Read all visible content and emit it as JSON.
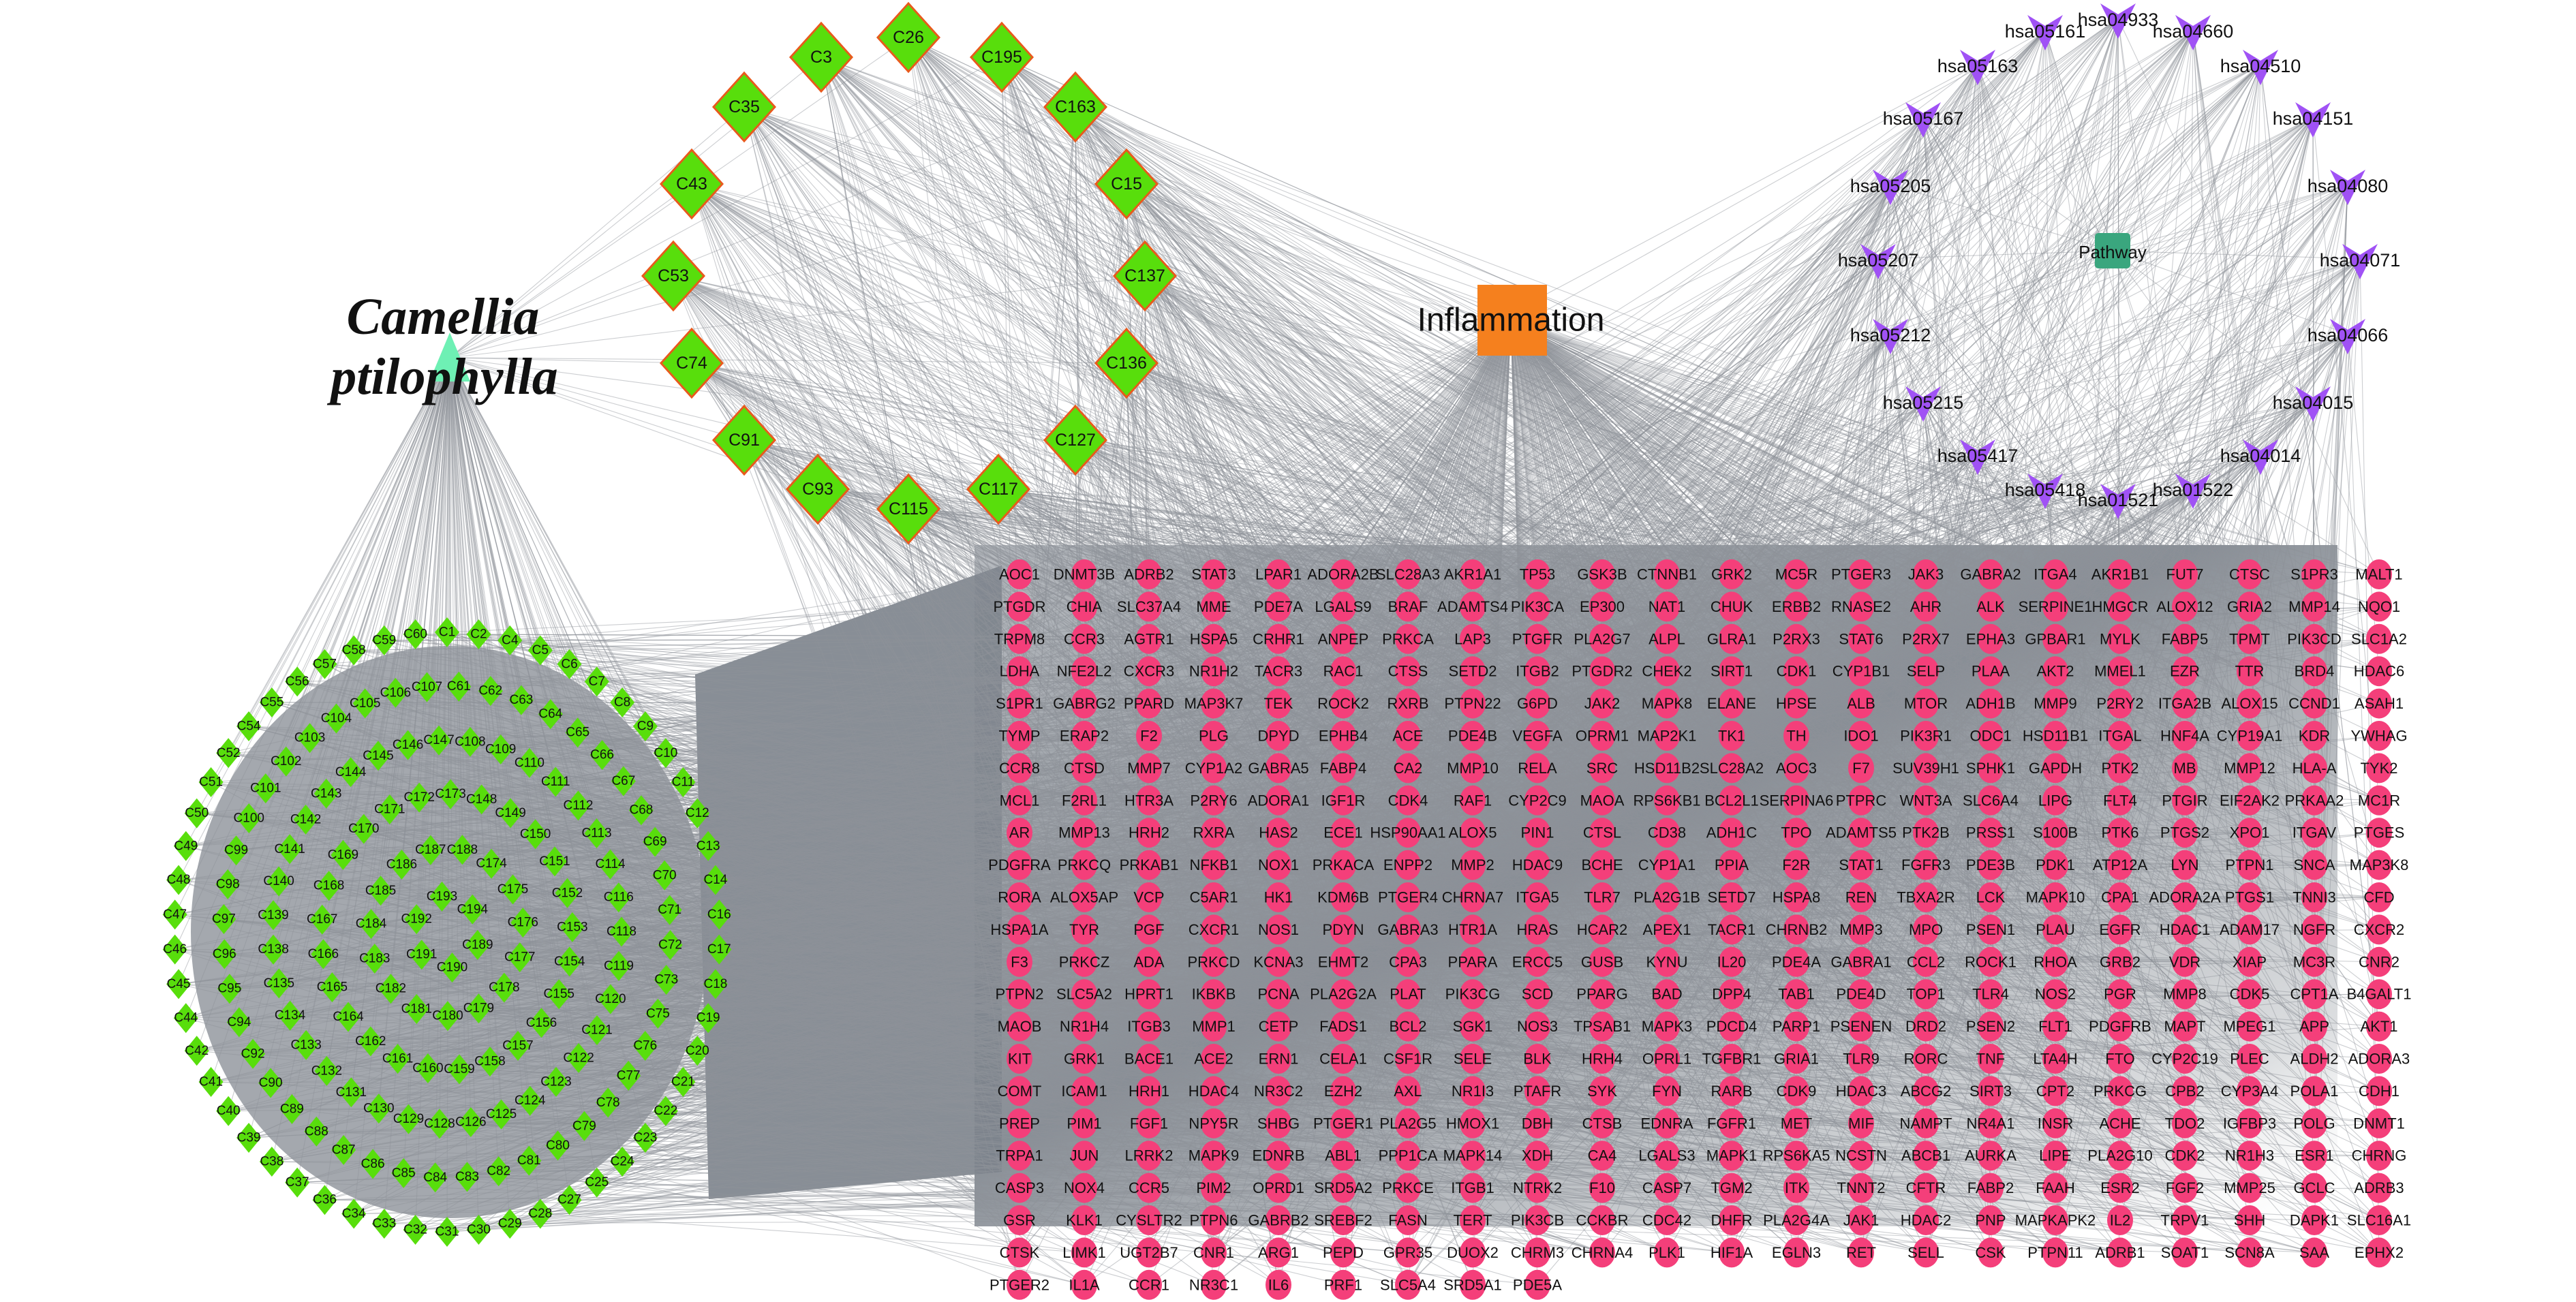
{
  "herb": {
    "line1": "Camellia",
    "line2": "ptilophylla"
  },
  "disease": {
    "label": "Inflammation"
  },
  "pathway_hub": {
    "label": "Pathway"
  },
  "colors": {
    "herb": "#6ef0b4",
    "disease": "#f5801e",
    "pathway_hub": "#3aa67e",
    "pathway": "#a052f5",
    "compound": "#58de0c",
    "compound_border": "#e85a1c",
    "gene": "#f43f7a",
    "edge": "#8d9399"
  },
  "top_compounds": [
    "C26",
    "C3",
    "C195",
    "C35",
    "C163",
    "C43",
    "C15",
    "C53",
    "C137",
    "C74",
    "C136",
    "C91",
    "C127",
    "C93",
    "C115",
    "C117"
  ],
  "pathways": [
    "hsa04933",
    "hsa05161",
    "hsa04660",
    "hsa05163",
    "hsa04510",
    "hsa05167",
    "hsa04151",
    "hsa05205",
    "hsa04080",
    "hsa05207",
    "hsa04071",
    "hsa05212",
    "hsa04066",
    "hsa05215",
    "hsa04015",
    "hsa05417",
    "hsa04014",
    "hsa05418",
    "hsa01522",
    "hsa01521"
  ],
  "cluster_compounds": [
    "C1",
    "C2",
    "C4",
    "C5",
    "C6",
    "C7",
    "C8",
    "C9",
    "C10",
    "C11",
    "C12",
    "C13",
    "C14",
    "C16",
    "C17",
    "C18",
    "C19",
    "C20",
    "C21",
    "C22",
    "C23",
    "C24",
    "C25",
    "C27",
    "C28",
    "C29",
    "C30",
    "C31",
    "C32",
    "C33",
    "C34",
    "C36",
    "C37",
    "C38",
    "C39",
    "C40",
    "C41",
    "C42",
    "C44",
    "C45",
    "C46",
    "C47",
    "C48",
    "C49",
    "C50",
    "C51",
    "C52",
    "C54",
    "C55",
    "C56",
    "C57",
    "C58",
    "C59",
    "C60",
    "C61",
    "C62",
    "C63",
    "C64",
    "C65",
    "C66",
    "C67",
    "C68",
    "C69",
    "C70",
    "C71",
    "C72",
    "C73",
    "C75",
    "C76",
    "C77",
    "C78",
    "C79",
    "C80",
    "C81",
    "C82",
    "C83",
    "C84",
    "C85",
    "C86",
    "C87",
    "C88",
    "C89",
    "C90",
    "C92",
    "C94",
    "C95",
    "C96",
    "C97",
    "C98",
    "C99",
    "C100",
    "C101",
    "C102",
    "C103",
    "C104",
    "C105",
    "C106",
    "C107",
    "C108",
    "C109",
    "C110",
    "C111",
    "C112",
    "C113",
    "C114",
    "C116",
    "C118",
    "C119",
    "C120",
    "C121",
    "C122",
    "C123",
    "C124",
    "C125",
    "C126",
    "C128",
    "C129",
    "C130",
    "C131",
    "C132",
    "C133",
    "C134",
    "C135",
    "C138",
    "C139",
    "C140",
    "C141",
    "C142",
    "C143",
    "C144",
    "C145",
    "C146",
    "C147",
    "C148",
    "C149",
    "C150",
    "C151",
    "C152",
    "C153",
    "C154",
    "C155",
    "C156",
    "C157",
    "C158",
    "C159",
    "C160",
    "C161",
    "C162",
    "C164",
    "C165",
    "C166",
    "C167",
    "C168",
    "C169",
    "C170",
    "C171",
    "C172",
    "C173",
    "C174",
    "C175",
    "C176",
    "C177",
    "C178",
    "C179",
    "C180",
    "C181",
    "C182",
    "C183",
    "C184",
    "C185",
    "C186",
    "C187",
    "C188",
    "C189",
    "C190",
    "C191",
    "C192",
    "C193",
    "C194"
  ],
  "genes": [
    [
      "AOC1",
      "DNMT3B",
      "ADRB2",
      "STAT3",
      "LPAR1",
      "ADORA2B",
      "SLC28A3",
      "AKR1A1",
      "TP53",
      "GSK3B",
      "CTNNB1",
      "GRK2",
      "MC5R",
      "PTGER3",
      "JAK3",
      "GABRA2",
      "ITGA4",
      "AKR1B1",
      "FUT7",
      "CTSC",
      "S1PR3",
      "MALT1"
    ],
    [
      "PTGDR",
      "CHIA",
      "SLC37A4",
      "MME",
      "PDE7A",
      "LGALS9",
      "BRAF",
      "ADAMTS4",
      "PIK3CA",
      "EP300",
      "NAT1",
      "CHUK",
      "ERBB2",
      "RNASE2",
      "AHR",
      "ALK",
      "SERPINE1",
      "HMGCR",
      "ALOX12",
      "GRIA2",
      "MMP14",
      "NQO1"
    ],
    [
      "TRPM8",
      "CCR3",
      "AGTR1",
      "HSPA5",
      "CRHR1",
      "ANPEP",
      "PRKCA",
      "LAP3",
      "PTGFR",
      "PLA2G7",
      "ALPL",
      "GLRA1",
      "P2RX3",
      "STAT6",
      "P2RX7",
      "EPHA3",
      "GPBAR1",
      "MYLK",
      "FABP5",
      "TPMT",
      "PIK3CD",
      "SLC1A2"
    ],
    [
      "LDHA",
      "NFE2L2",
      "CXCR3",
      "NR1H2",
      "TACR3",
      "RAC1",
      "CTSS",
      "SETD2",
      "ITGB2",
      "PTGDR2",
      "CHEK2",
      "SIRT1",
      "CDK1",
      "CYP1B1",
      "SELP",
      "PLAA",
      "AKT2",
      "MMEL1",
      "EZR",
      "TTR",
      "BRD4",
      "HDAC6"
    ],
    [
      "S1PR1",
      "GABRG2",
      "PPARD",
      "MAP3K7",
      "TEK",
      "ROCK2",
      "RXRB",
      "PTPN22",
      "G6PD",
      "JAK2",
      "MAPK8",
      "ELANE",
      "HPSE",
      "ALB",
      "MTOR",
      "ADH1B",
      "MMP9",
      "P2RY2",
      "ITGA2B",
      "ALOX15",
      "CCND1",
      "ASAH1"
    ],
    [
      "TYMP",
      "ERAP2",
      "F2",
      "PLG",
      "DPYD",
      "EPHB4",
      "ACE",
      "PDE4B",
      "VEGFA",
      "OPRM1",
      "MAP2K1",
      "TK1",
      "TH",
      "IDO1",
      "PIK3R1",
      "ODC1",
      "HSD11B1",
      "ITGAL",
      "HNF4A",
      "CYP19A1",
      "KDR",
      "YWHAG"
    ],
    [
      "CCR8",
      "CTSD",
      "MMP7",
      "CYP1A2",
      "GABRA5",
      "FABP4",
      "CA2",
      "MMP10",
      "RELA",
      "SRC",
      "HSD11B2",
      "SLC28A2",
      "AOC3",
      "F7",
      "SUV39H1",
      "SPHK1",
      "GAPDH",
      "PTK2",
      "MB",
      "MMP12",
      "HLA-A",
      "TYK2"
    ],
    [
      "MCL1",
      "F2RL1",
      "HTR3A",
      "P2RY6",
      "ADORA1",
      "IGF1R",
      "CDK4",
      "RAF1",
      "CYP2C9",
      "MAOA",
      "RPS6KB1",
      "BCL2L1",
      "SERPINA6",
      "PTPRC",
      "WNT3A",
      "SLC6A4",
      "LIPG",
      "FLT4",
      "PTGIR",
      "EIF2AK2",
      "PRKAA2",
      "MC1R"
    ],
    [
      "AR",
      "MMP13",
      "HRH2",
      "RXRA",
      "HAS2",
      "ECE1",
      "HSP90AA1",
      "ALOX5",
      "PIN1",
      "CTSL",
      "CD38",
      "ADH1C",
      "TPO",
      "ADAMTS5",
      "PTK2B",
      "PRSS1",
      "S100B",
      "PTK6",
      "PTGS2",
      "XPO1",
      "ITGAV",
      "PTGES"
    ],
    [
      "PDGFRA",
      "PRKCQ",
      "PRKAB1",
      "NFKB1",
      "NOX1",
      "PRKACA",
      "ENPP2",
      "MMP2",
      "HDAC9",
      "BCHE",
      "CYP1A1",
      "PPIA",
      "F2R",
      "STAT1",
      "FGFR3",
      "PDE3B",
      "PDK1",
      "ATP12A",
      "LYN",
      "PTPN1",
      "SNCA",
      "MAP3K8"
    ],
    [
      "RORA",
      "ALOX5AP",
      "VCP",
      "C5AR1",
      "HK1",
      "KDM6B",
      "PTGER4",
      "CHRNA7",
      "ITGA5",
      "TLR7",
      "PLA2G1B",
      "SETD7",
      "HSPA8",
      "REN",
      "TBXA2R",
      "LCK",
      "MAPK10",
      "CPA1",
      "ADORA2A",
      "PTGS1",
      "TNNI3",
      "CFD"
    ],
    [
      "HSPA1A",
      "TYR",
      "PGF",
      "CXCR1",
      "NOS1",
      "PDYN",
      "GABRA3",
      "HTR1A",
      "HRAS",
      "HCAR2",
      "APEX1",
      "TACR1",
      "CHRNB2",
      "MMP3",
      "MPO",
      "PSEN1",
      "PLAU",
      "EGFR",
      "HDAC1",
      "ADAM17",
      "NGFR",
      "CXCR2"
    ],
    [
      "F3",
      "PRKCZ",
      "ADA",
      "PRKCD",
      "KCNA3",
      "EHMT2",
      "CPA3",
      "PPARA",
      "ERCC5",
      "GUSB",
      "KYNU",
      "IL20",
      "PDE4A",
      "GABRA1",
      "CCL2",
      "ROCK1",
      "RHOA",
      "GRB2",
      "VDR",
      "XIAP",
      "MC3R",
      "CNR2"
    ],
    [
      "PTPN2",
      "SLC5A2",
      "HPRT1",
      "IKBKB",
      "PCNA",
      "PLA2G2A",
      "PLAT",
      "PIK3CG",
      "SCD",
      "PPARG",
      "BAD",
      "DPP4",
      "TAB1",
      "PDE4D",
      "TOP1",
      "TLR4",
      "NOS2",
      "PGR",
      "MMP8",
      "CDK5",
      "CPT1A",
      "B4GALT1"
    ],
    [
      "MAOB",
      "NR1H4",
      "ITGB3",
      "MMP1",
      "CETP",
      "FADS1",
      "BCL2",
      "SGK1",
      "NOS3",
      "TPSAB1",
      "MAPK3",
      "PDCD4",
      "PARP1",
      "PSENEN",
      "DRD2",
      "PSEN2",
      "FLT1",
      "PDGFRB",
      "MAPT",
      "MPEG1",
      "APP",
      "AKT1"
    ],
    [
      "KIT",
      "GRK1",
      "BACE1",
      "ACE2",
      "ERN1",
      "CELA1",
      "CSF1R",
      "SELE",
      "BLK",
      "HRH4",
      "OPRL1",
      "TGFBR1",
      "GRIA1",
      "TLR9",
      "RORC",
      "TNF",
      "LTA4H",
      "FTO",
      "CYP2C19",
      "PLEC",
      "ALDH2",
      "ADORA3"
    ],
    [
      "COMT",
      "ICAM1",
      "HRH1",
      "HDAC4",
      "NR3C2",
      "EZH2",
      "AXL",
      "NR1I3",
      "PTAFR",
      "SYK",
      "FYN",
      "RARB",
      "CDK9",
      "HDAC3",
      "ABCG2",
      "SIRT3",
      "CPT2",
      "PRKCG",
      "CPB2",
      "CYP3A4",
      "POLA1",
      "CDH1"
    ],
    [
      "PREP",
      "PIM1",
      "FGF1",
      "NPY5R",
      "SHBG",
      "PTGER1",
      "PLA2G5",
      "HMOX1",
      "DBH",
      "CTSB",
      "EDNRA",
      "FGFR1",
      "MET",
      "MIF",
      "NAMPT",
      "NR4A1",
      "INSR",
      "ACHE",
      "TDO2",
      "IGFBP3",
      "POLG",
      "DNMT1"
    ],
    [
      "TRPA1",
      "JUN",
      "LRRK2",
      "MAPK9",
      "EDNRB",
      "ABL1",
      "PPP1CA",
      "MAPK14",
      "XDH",
      "CA4",
      "LGALS3",
      "MAPK1",
      "RPS6KA5",
      "NCSTN",
      "ABCB1",
      "AURKA",
      "LIPE",
      "PLA2G10",
      "CDK2",
      "NR1H3",
      "ESR1",
      "CHRNG"
    ],
    [
      "CASP3",
      "NOX4",
      "CCR5",
      "PIM2",
      "OPRD1",
      "SRD5A2",
      "PRKCE",
      "ITGB1",
      "NTRK2",
      "F10",
      "CASP7",
      "TGM2",
      "ITK",
      "TNNT2",
      "CFTR",
      "FABP2",
      "FAAH",
      "ESR2",
      "FGF2",
      "MMP25",
      "GCLC",
      "ADRB3"
    ],
    [
      "GSR",
      "KLK1",
      "CYSLTR2",
      "PTPN6",
      "GABRB2",
      "SREBF2",
      "FASN",
      "TERT",
      "PIK3CB",
      "CCKBR",
      "CDC42",
      "DHFR",
      "PLA2G4A",
      "JAK1",
      "HDAC2",
      "PNP",
      "MAPKAPK2",
      "IL2",
      "TRPV1",
      "SHH",
      "DAPK1",
      "SLC16A1"
    ],
    [
      "CTSK",
      "LIMK1",
      "UGT2B7",
      "CNR1",
      "ARG1",
      "PEPD",
      "GPR35",
      "DUOX2",
      "CHRM3",
      "CHRNA4",
      "PLK1",
      "HIF1A",
      "EGLN3",
      "RET",
      "SELL",
      "CSK",
      "PTPN11",
      "ADRB1",
      "SOAT1",
      "SCN8A",
      "SAA",
      "EPHX2"
    ],
    [
      "PTGER2",
      "IL1A",
      "CCR1",
      "NR3C1",
      "IL6",
      "PRF1",
      "SLC5A4",
      "SRD5A1",
      "PDE5A"
    ]
  ]
}
